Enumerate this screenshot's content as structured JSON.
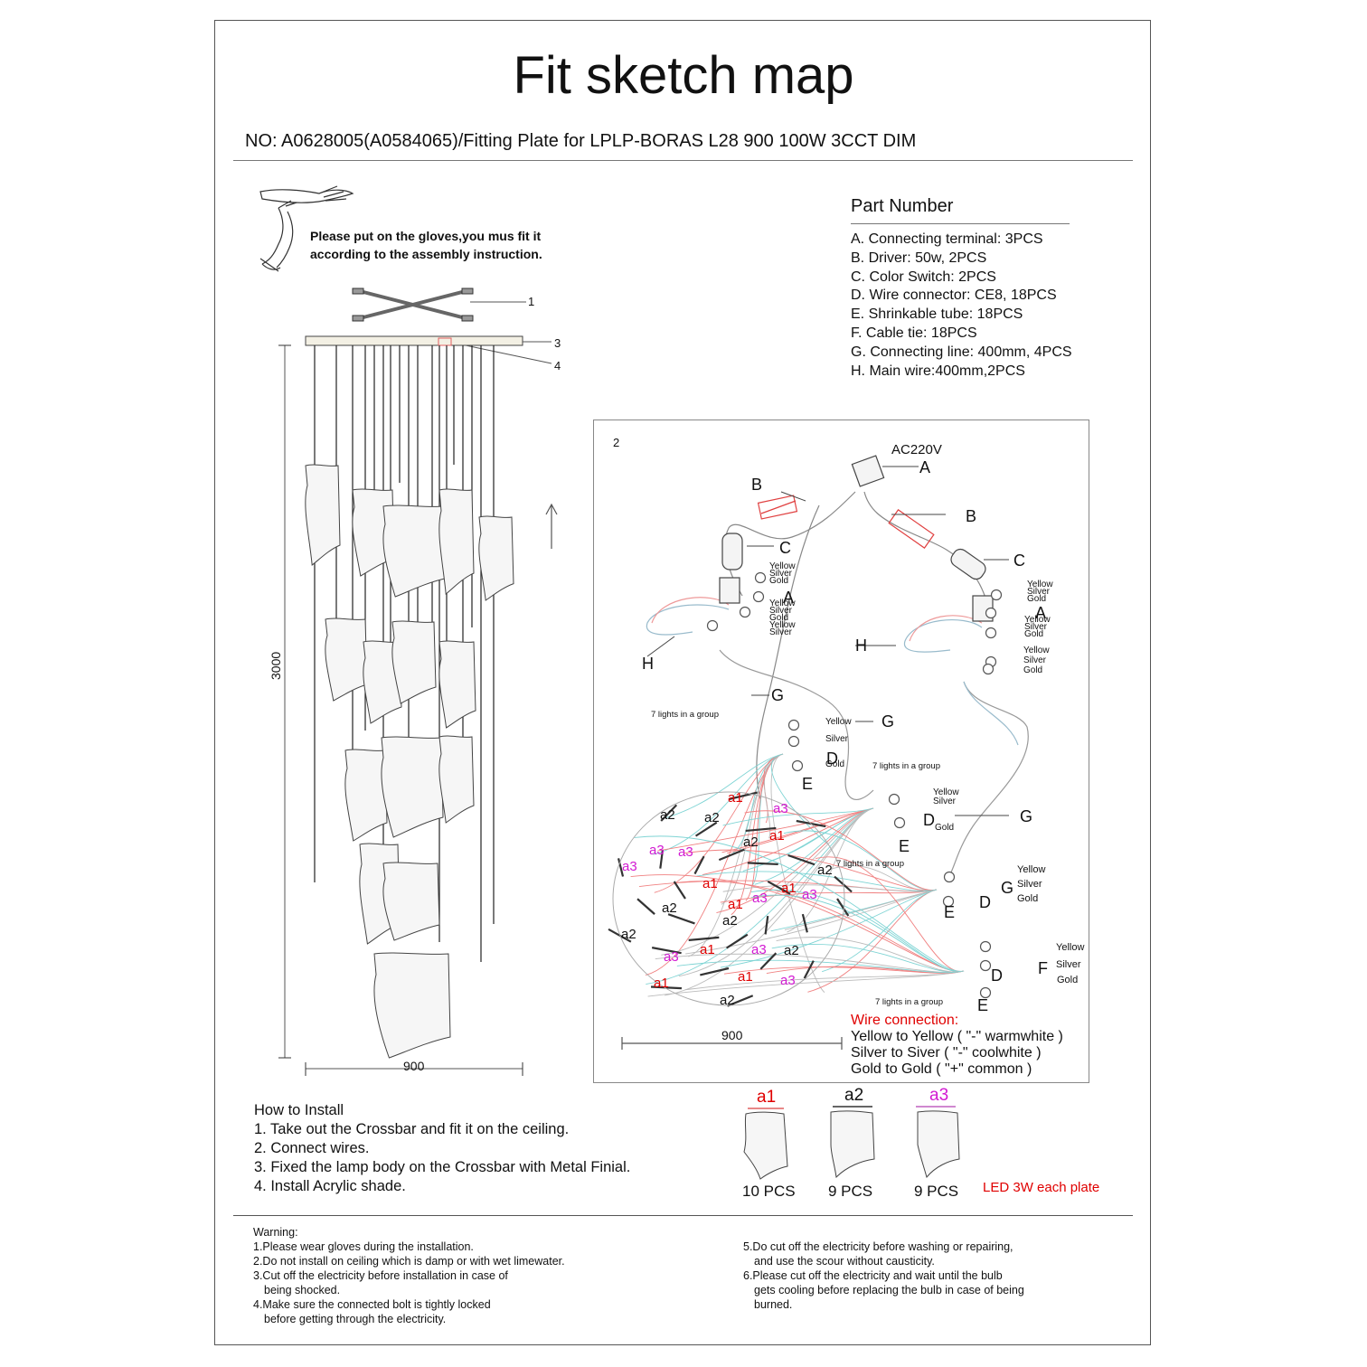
{
  "title": "Fit sketch map",
  "product_no": "NO: A0628005(A0584065)/Fitting Plate for LPLP-BORAS L28 900 100W 3CCT DIM",
  "glove_note": "Please put on the gloves,you mus fit it according to the assembly instruction.",
  "parts": {
    "heading": "Part  Number",
    "items": [
      "A. Connecting terminal: 3PCS",
      "B. Driver: 50w, 2PCS",
      "C. Color Switch: 2PCS",
      "D. Wire connector:  CE8, 18PCS",
      "E. Shrinkable tube: 18PCS",
      "F. Cable tie: 18PCS",
      "G. Connecting line: 400mm, 4PCS",
      "H. Main wire:400mm,2PCS"
    ]
  },
  "left_drawing": {
    "callouts": [
      "1",
      "3",
      "4"
    ],
    "height_dim": "3000",
    "width_dim": "900"
  },
  "wiring_diagram": {
    "step": "2",
    "power": "AC220V",
    "labels": {
      "A": "A",
      "B": "B",
      "C": "C",
      "D": "D",
      "E": "E",
      "F": "F",
      "G": "G",
      "H": "H"
    },
    "colors": {
      "yellow": "Yellow",
      "silver": "Silver",
      "gold": "Gold"
    },
    "group_note": "7 lights in a group",
    "width_dim": "900",
    "plate_labels": {
      "a1": "a1",
      "a2": "a2",
      "a3": "a3"
    }
  },
  "wire_connection": {
    "heading": "Wire connection:",
    "lines": [
      "Yellow to Yellow ( \"-\" warmwhite )",
      "Silver to Siver ( \"-\" coolwhite )",
      "Gold to Gold ( \"+\" common )"
    ]
  },
  "plates": [
    {
      "label": "a1",
      "count": "10 PCS"
    },
    {
      "label": "a2",
      "count": "9 PCS"
    },
    {
      "label": "a3",
      "count": "9 PCS"
    }
  ],
  "led_note": "LED 3W each plate",
  "how_to_install": {
    "heading": "How to Install",
    "steps": [
      "1. Take out the Crossbar and fit it on the ceiling.",
      "2. Connect wires.",
      "3. Fixed the lamp body on the Crossbar with Metal Finial.",
      "4. Install Acrylic shade."
    ]
  },
  "warning": {
    "heading": "Warning:",
    "left": [
      "1.Please wear gloves during the installation.",
      "2.Do not install on ceiling which is damp or with wet limewater.",
      "3.Cut off the electricity before installation in case of",
      "   being shocked.",
      "4.Make sure the connected bolt is tightly locked",
      "   before getting through the electricity."
    ],
    "right": [
      "5.Do cut off the electricity before washing or repairing,",
      "   and use the scour without causticity.",
      "6.Please cut off the electricity and wait until the bulb",
      "   gets cooling before replacing the bulb in case of being",
      "   burned."
    ]
  },
  "colors": {
    "accent_red": "#e00000",
    "accent_magenta": "#d21ad2",
    "wire_red": "#f08080",
    "wire_cyan": "#7fd4d4"
  }
}
